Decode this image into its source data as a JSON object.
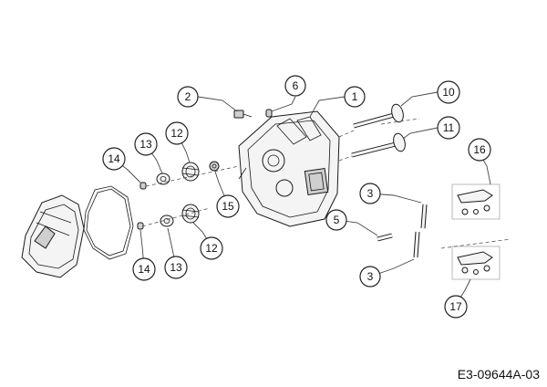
{
  "callouts": {
    "c1": "1",
    "c2": "2",
    "c3a": "3",
    "c3b": "3",
    "c5": "5",
    "c6": "6",
    "c10": "10",
    "c11": "11",
    "c12a": "12",
    "c12b": "12",
    "c13a": "13",
    "c13b": "13",
    "c14a": "14",
    "c14b": "14",
    "c15": "15",
    "c16": "16",
    "c17": "17"
  },
  "reference_code": "E3-09644A-03"
}
